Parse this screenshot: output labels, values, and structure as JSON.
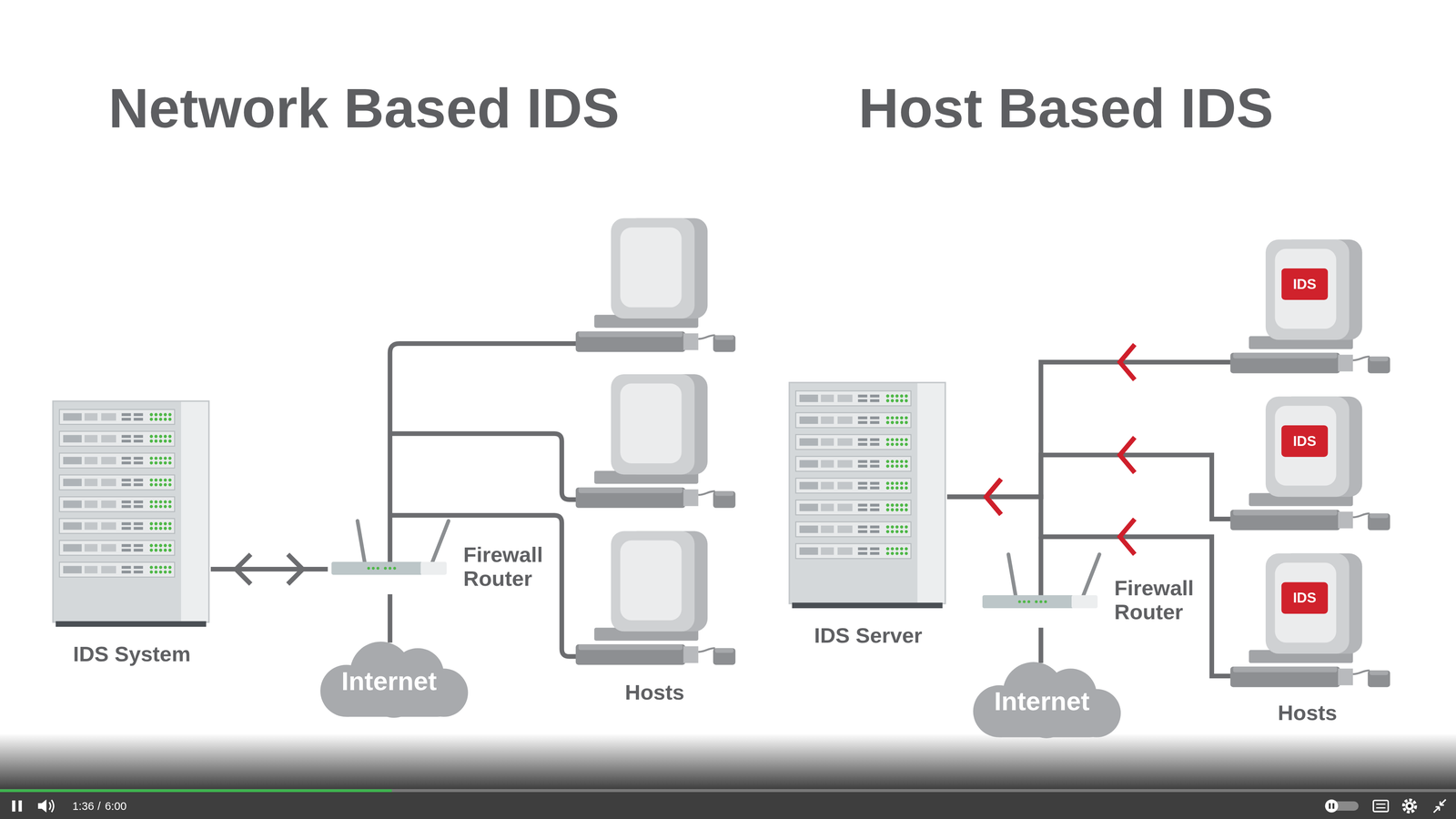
{
  "diagram": {
    "nodes": [
      {
        "text": [
          "IDS System"
        ]
      },
      {
        "text": [
          "Firewall Router"
        ]
      },
      {
        "text": [
          "Internet"
        ]
      },
      {
        "text": [
          "IDS Server"
        ]
      },
      {
        "text": [
          "Firewall Router"
        ]
      },
      {
        "text": [
          "Internet"
        ]
      },
      {
        "text": [
          "IDS"
        ]
      },
      {
        "text": [
          "IDS"
        ]
      },
      {
        "text": [
          "IDS"
        ]
      }
    ],
    "edges": [
      {
        "from": 0,
        "to": 1,
        "arrow": "both"
      },
      {
        "from": 1,
        "to": 2,
        "arrow": "none"
      },
      {
        "from": 4,
        "to": 5,
        "arrow": "none"
      },
      {
        "from": 6,
        "to": 3,
        "arrow": "to"
      },
      {
        "from": 7,
        "to": 3,
        "arrow": "to"
      },
      {
        "from": 8,
        "to": 3,
        "arrow": "to"
      }
    ],
    "labels": [
      "Network Based IDS",
      "Host Based IDS",
      "Hosts",
      "Hosts",
      "1:36",
      "/",
      "6:00"
    ]
  }
}
